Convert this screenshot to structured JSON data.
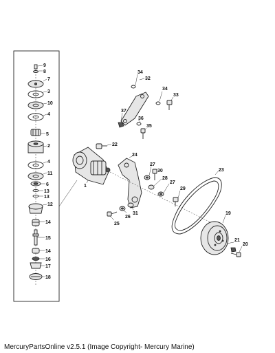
{
  "footer": "MercuryPartsOnline v2.5.1 (Image Copyright- Mercury Marine)",
  "callouts": {
    "c1": "1",
    "c2": "2",
    "c3": "3",
    "c4": "4",
    "c4b": "4",
    "c5": "5",
    "c6": "6",
    "c7": "7",
    "c8": "8",
    "c9": "9",
    "c10": "10",
    "c11": "11",
    "c12": "12",
    "c13": "13",
    "c13b": "13",
    "c14": "14",
    "c14b": "14",
    "c15": "15",
    "c16": "16",
    "c17": "17",
    "c18": "18",
    "c19": "19",
    "c20": "20",
    "c21": "21",
    "c22": "22",
    "c23": "23",
    "c24": "24",
    "c25": "25",
    "c26": "26",
    "c27": "27",
    "c27b": "27",
    "c28": "28",
    "c29": "29",
    "c30": "30",
    "c31": "31",
    "c32": "32",
    "c33": "33",
    "c34": "34",
    "c34b": "34",
    "c35": "35",
    "c36": "36",
    "c37": "37"
  }
}
